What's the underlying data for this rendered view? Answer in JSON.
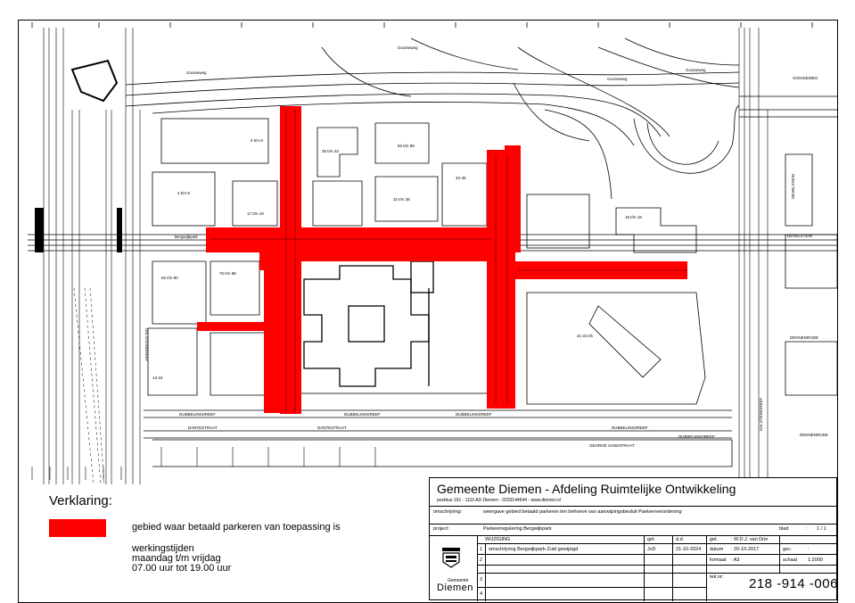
{
  "map": {
    "streets": {
      "gooiseweg_1": "Gooiseweg",
      "gooiseweg_2": "Gooiseweg",
      "gooiseweg_3": "Gooiseweg",
      "gooiseweg_4": "Gooiseweg",
      "gooiseweg_right": "GOOISEWEG",
      "dantestraat_1": "DANTESTRAAT",
      "dantestraat_2": "DANTESTRAAT",
      "dubbelinkdreef_1": "DUBBELINKDREEF",
      "dubbelinkdreef_2": "DUBBELINKDREEF",
      "dubbelinkdreef_3": "DUBBELINKDREEF",
      "dubbelinkdreef_4": "DUBBELINKDREEF",
      "dubbelinkdreef_5": "DUBBELINKDREEF",
      "george_sandstraat": "GEORGE SANDSTRAAT",
      "dalsteindreef_left": "DALSTEINDREEF",
      "dalsteindreef_right": "DALSTEINDREEF",
      "develstein_1": "DEVELSTEIN",
      "develstein_2": "DEVELSTEIN",
      "dennenrode_1": "DENNENRODE",
      "dennenrode_2": "DENNENRODE",
      "bergwijkpark": "Bergwijkpark"
    },
    "buildings": {
      "b1": "5 t/m 8",
      "b2": "2 t/m 8",
      "b3": "17 t/m 19",
      "b4": "35 t/m 43",
      "b5": "92 t/m 96",
      "b6": "32 t/m 36",
      "b7": "42-45",
      "b8": "15 t/m 19",
      "b9": "76 t/m 88",
      "b10": "92 t/m 80",
      "b11": "21-23-25",
      "b12": "13-15"
    }
  },
  "legend": {
    "title": "Verklaring:",
    "item_label": "gebied waar betaald parkeren van toepassing is",
    "hours_title": "werkingstijden",
    "hours_days": "maandag t/m vrijdag",
    "hours_times": "07.00 uur tot 19.00 uur",
    "color": "#ff0000"
  },
  "titleblock": {
    "organization": "Gemeente Diemen - Afdeling Ruimtelijke Ontwikkeling",
    "address": "postbus 191 - 1110 AD Diemen - 0203144644 - www.diemen.nl",
    "omschrijving_label": "omschrijving:",
    "omschrijving_value": "weergave gebied betaald parkeren ten behoeve van aanwijzingsbesluit Parkeerverordening",
    "project_label": "project:",
    "project_value": "Parkeerregulering Bergwijkpark",
    "blad_label": "blad",
    "blad_sep": ":",
    "blad_value": "1 / 1",
    "wijziging_header": "WIJZIGING",
    "get_header": "get.",
    "dd_header": "d.d.",
    "rows": [
      {
        "no": "1",
        "text": "omschrijving Bergwijkpark-Zuid gewijzigd",
        "get": "JvD",
        "dd": "21-10-2024"
      },
      {
        "no": "2",
        "text": "",
        "get": "",
        "dd": ""
      },
      {
        "no": "3",
        "text": "",
        "get": "",
        "dd": ""
      },
      {
        "no": "4",
        "text": "",
        "get": "",
        "dd": ""
      }
    ],
    "get_label": "get.",
    "get_value": ": W.D.J. van Drie",
    "datum_label": "datum",
    "datum_value": ": 20-10-2017",
    "gec_label": "gec.",
    "gec_value": ":",
    "formaat_label": "formaat",
    "formaat_value": ": A3",
    "schaal_label": "schaal",
    "schaal_value": "1:2000",
    "teknr_label": "tek.nr:",
    "drawing_number": "218 -914 -006",
    "brand_small": "Gemeente",
    "brand_large": "Diemen"
  }
}
